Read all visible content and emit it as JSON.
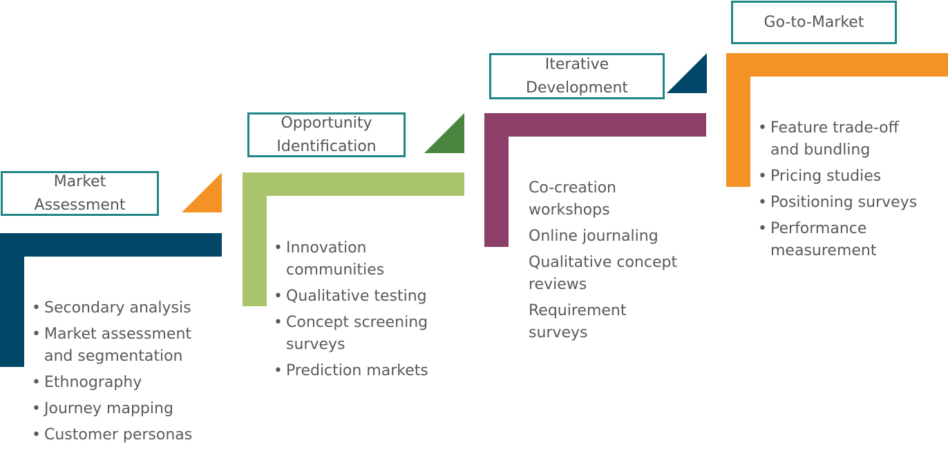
{
  "stages": [
    {
      "label": "Market\nAssessment",
      "color": "#024768",
      "accent_color": "#f39325",
      "bulleted": true,
      "items": [
        "Secondary analysis",
        "Market assessment\nand segmentation",
        "Ethnography",
        "Journey mapping",
        "Customer personas"
      ]
    },
    {
      "label": "Opportunity\nIdentification",
      "color": "#a9c46a",
      "accent_color": "#4a8640",
      "bulleted": true,
      "items": [
        "Innovation\ncommunities",
        "Qualitative testing",
        "Concept screening\nsurveys",
        "Prediction markets"
      ]
    },
    {
      "label": "Iterative\nDevelopment",
      "color": "#8c3f68",
      "accent_color": "#024768",
      "bulleted": false,
      "items": [
        "Co-creation\nworkshops",
        "Online journaling",
        "Qualitative concept\nreviews",
        "Requirement\nsurveys"
      ]
    },
    {
      "label": "Go-to-Market",
      "color": "#f39325",
      "accent_color": "",
      "bulleted": true,
      "items": [
        "Feature trade-off\nand bundling",
        "Pricing studies",
        "Positioning surveys",
        "Performance\nmeasurement"
      ]
    }
  ]
}
